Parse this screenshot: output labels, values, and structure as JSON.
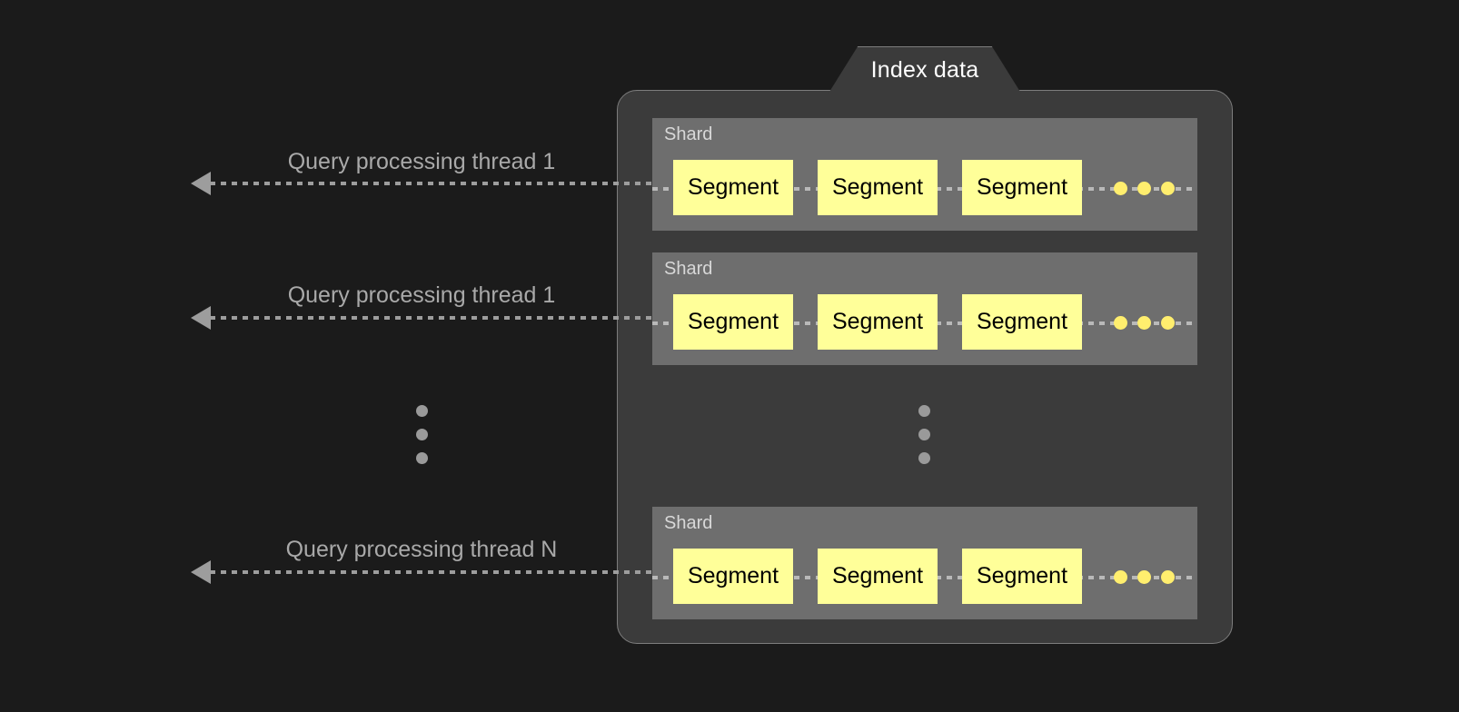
{
  "diagram": {
    "title": "Index data",
    "background_color": "#1b1b1b",
    "panel_color": "#3b3b3b",
    "shard_color": "#6e6e6e",
    "segment_color": "#ffff99",
    "accent_dot_color": "#ffee6e",
    "line_color": "#9d9d9d",
    "label_color": "#a9a9a9"
  },
  "threads": [
    {
      "label": "Query processing thread 1"
    },
    {
      "label": "Query processing thread 1"
    },
    {
      "label": "Query processing thread N"
    }
  ],
  "shards": [
    {
      "label": "Shard",
      "segments": [
        {
          "label": "Segment"
        },
        {
          "label": "Segment"
        },
        {
          "label": "Segment"
        }
      ],
      "continuation_dots": 3
    },
    {
      "label": "Shard",
      "segments": [
        {
          "label": "Segment"
        },
        {
          "label": "Segment"
        },
        {
          "label": "Segment"
        }
      ],
      "continuation_dots": 3
    },
    {
      "label": "Shard",
      "segments": [
        {
          "label": "Segment"
        },
        {
          "label": "Segment"
        },
        {
          "label": "Segment"
        }
      ],
      "continuation_dots": 3
    }
  ],
  "ellipsis": {
    "left_dots": 3,
    "panel_dots": 3
  }
}
